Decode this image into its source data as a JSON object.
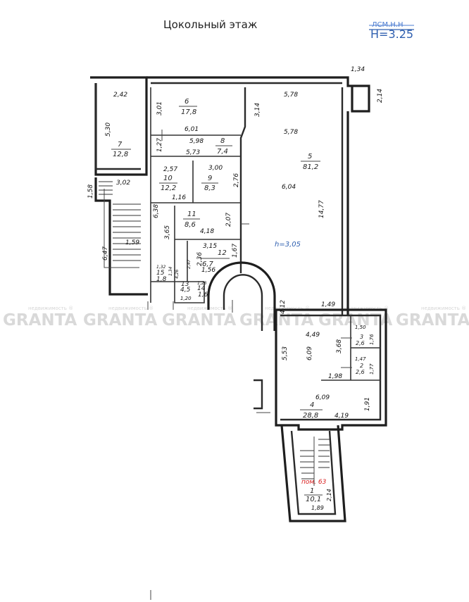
{
  "title": "Цокольный этаж",
  "height_note": "H=3.25",
  "height_note_struck": "ЛСМ.Н.Н",
  "ceiling_height": "h=3,05",
  "watermark": {
    "brand": "GRANTA",
    "sub": "недвижимость ®"
  },
  "rooms": [
    {
      "id": "1",
      "area": "10,1"
    },
    {
      "id": "2",
      "area": "2,6"
    },
    {
      "id": "3",
      "area": "2,6"
    },
    {
      "id": "4",
      "area": "28,8"
    },
    {
      "id": "5",
      "area": "81,2"
    },
    {
      "id": "6",
      "area": "17,8"
    },
    {
      "id": "7",
      "area": "12,8"
    },
    {
      "id": "8",
      "area": "7,4"
    },
    {
      "id": "9",
      "area": "8,3"
    },
    {
      "id": "10",
      "area": "12,2"
    },
    {
      "id": "11",
      "area": "8,6"
    },
    {
      "id": "12",
      "area": "6,7"
    },
    {
      "id": "13",
      "area": "4,5"
    },
    {
      "id": "14",
      "area": "1,6"
    },
    {
      "id": "15",
      "area": "1,8"
    }
  ],
  "premises_label": "пом. 63",
  "premises_color": "#d92020",
  "dimensions": {
    "d_1_34": "1,34",
    "d_2_14_top": "2,14",
    "d_2_42": "2,42",
    "d_5_30": "5,30",
    "d_3_01": "3,01",
    "d_6_01": "6,01",
    "d_5_98": "5,98",
    "d_1_27": "1,27",
    "d_5_73": "5,73",
    "d_3_14": "3,14",
    "d_5_78_a": "5,78",
    "d_5_78_b": "5,78",
    "d_2_57": "2,57",
    "d_3_00": "3,00",
    "d_2_76": "2,76",
    "d_1_16": "1,16",
    "d_6_04": "6,04",
    "d_14_77": "14,77",
    "d_1_58": "1,58",
    "d_3_02": "3,02",
    "d_6_38": "6,38",
    "d_3_65": "3,65",
    "d_4_18": "4,18",
    "d_2_07": "2,07",
    "d_1_59": "1,59",
    "d_6_47": "6,47",
    "d_3_15": "3,15",
    "d_2_36": "2,36",
    "d_2_47": "2,47",
    "d_1_67": "1,67",
    "d_1_56": "1,56",
    "d_1_32": "1,32",
    "d_1_34_small": "1,34",
    "d_4_26": "4,26",
    "d_1_28": "1,28",
    "d_1_20": "1,20",
    "d_1_49": "1,49",
    "d_4_49": "4,49",
    "d_1_50": "1,50",
    "d_1_76": "1,76",
    "d_5_53": "5,53",
    "d_6_09_a": "6,09",
    "d_3_68": "3,68",
    "d_1_47": "1,47",
    "d_1_77": "1,77",
    "d_1_98": "1,98",
    "d_6_09_b": "6,09",
    "d_4_19": "4,19",
    "d_1_91": "1,91",
    "d_2_14_bottom": "2,14",
    "d_1_89": "1,89",
    "d_4_12": "4,12"
  }
}
